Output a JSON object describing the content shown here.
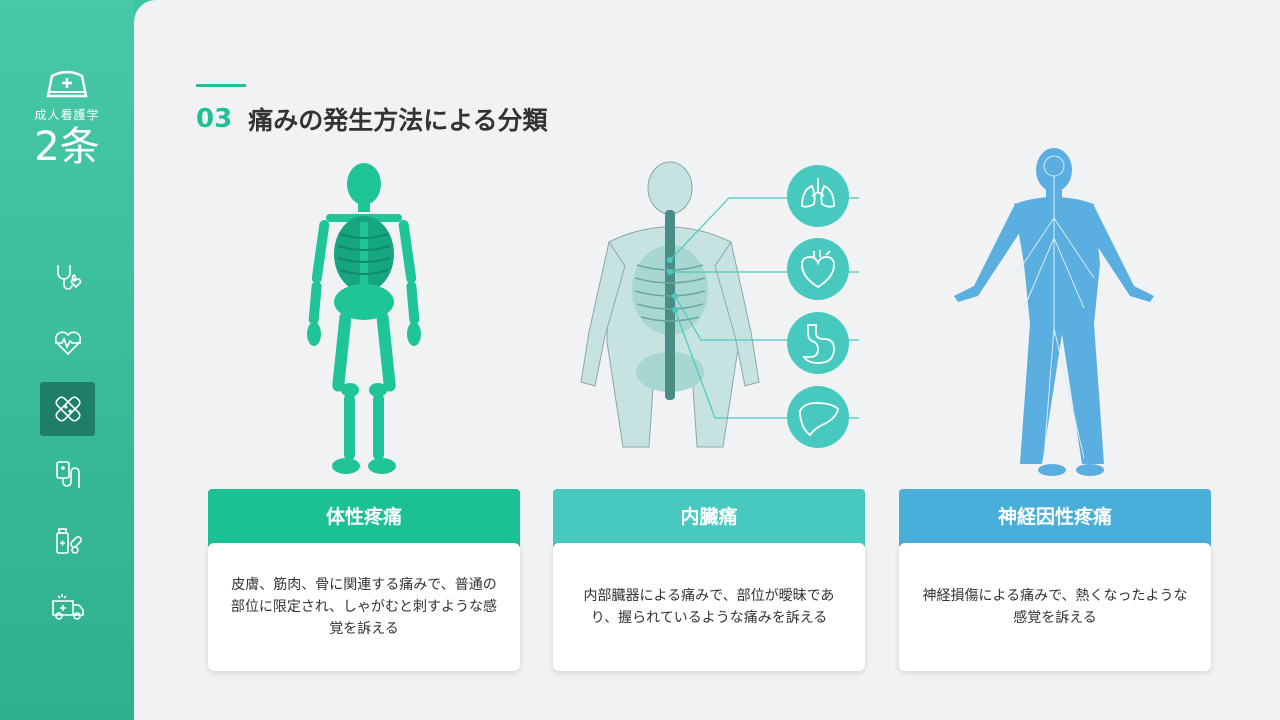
{
  "sidebar": {
    "brand_label": "成人看護学",
    "brand_name": "2条",
    "nav": [
      {
        "icon": "stethoscope-heart-icon"
      },
      {
        "icon": "heartbeat-icon"
      },
      {
        "icon": "bandage-icon",
        "active": true
      },
      {
        "icon": "iv-drip-icon"
      },
      {
        "icon": "medicine-pills-icon"
      },
      {
        "icon": "ambulance-icon"
      }
    ]
  },
  "section": {
    "number": "03",
    "title": "痛みの発生方法による分類"
  },
  "cards": [
    {
      "title": "体性疼痛",
      "body": "皮膚、筋肉、骨に関連する痛みで、普通の部位に限定され、しゃがむと刺すような感覚を訴える",
      "color": "#1cc095",
      "illustration": "skeleton"
    },
    {
      "title": "内臓痛",
      "body": "内部臓器による痛みで、部位が曖昧であり、握られているような痛みを訴える",
      "color": "#48c9bf",
      "illustration": "organs"
    },
    {
      "title": "神経因性疼痛",
      "body": "神経損傷による痛みで、熱くなったような感覚を訴える",
      "color": "#4aaedb",
      "illustration": "nervous-system"
    }
  ],
  "colors": {
    "accent": "#1fbf98",
    "sidebar": "#3cc5a3",
    "background": "#f1f2f3"
  }
}
